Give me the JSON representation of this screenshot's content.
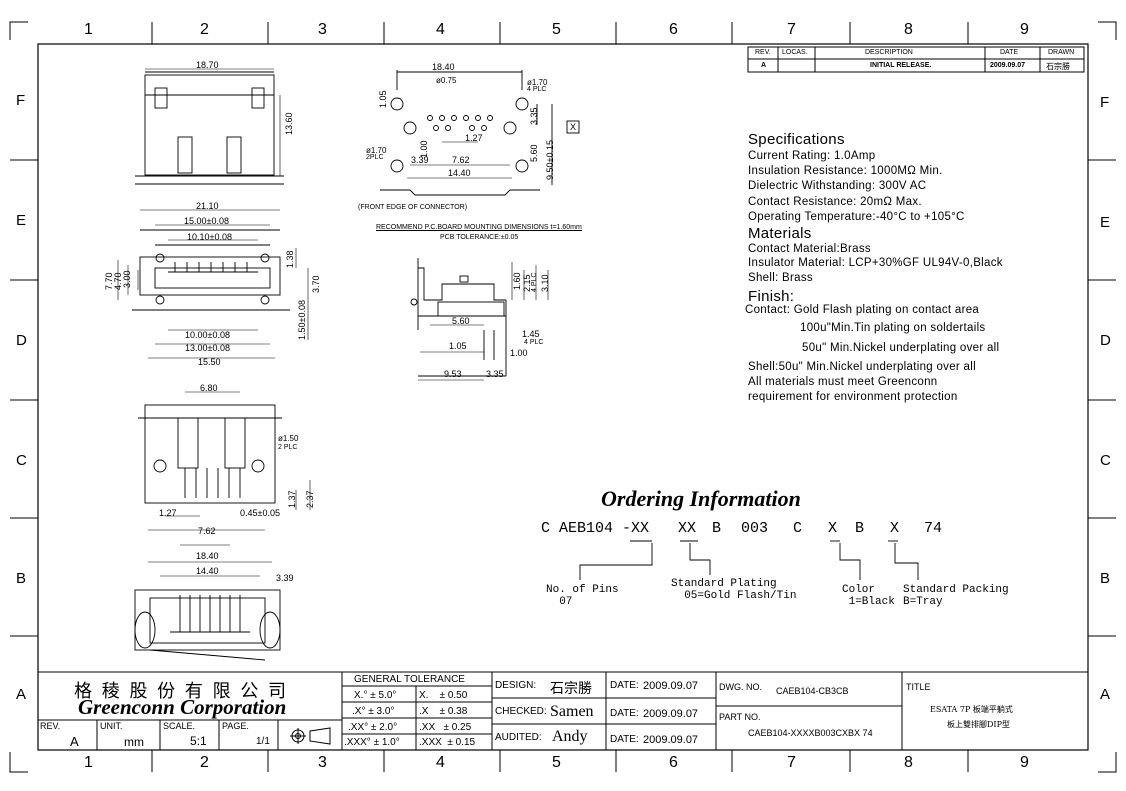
{
  "grid": {
    "columns": [
      "1",
      "2",
      "3",
      "4",
      "5",
      "6",
      "7",
      "8",
      "9"
    ],
    "rows": [
      "F",
      "E",
      "D",
      "C",
      "B",
      "A"
    ]
  },
  "revision_table": {
    "headers": [
      "REV.",
      "LOCAS.",
      "DESCRIPTION",
      "DATE",
      "DRAWN"
    ],
    "row": [
      "A",
      "",
      "INITIAL RELEASE.",
      "2009.09.07",
      "石宗勝"
    ]
  },
  "specifications": {
    "title": "Specifications",
    "lines": [
      "Current Rating: 1.0Amp",
      "Insulation Resistance: 1000MΩ Min.",
      "Dielectric Withstanding: 300V AC",
      "Contact Resistance: 20mΩ Max.",
      "Operating Temperature:-40°C to +105°C"
    ],
    "materials_title": "Materials",
    "materials": [
      "Contact Material:Brass",
      "Insulator Material: LCP+30%GF UL94V-0,Black",
      "Shell: Brass"
    ],
    "finish_title": "Finish:",
    "finish": [
      "Contact: Gold Flash plating on contact area",
      "100u\"Min.Tin plating on soldertails",
      "50u\" Min.Nickel underplating over all",
      "Shell:50u\" Min.Nickel underplating over all",
      "All materials must meet Greenconn",
      "requirement for environment protection"
    ]
  },
  "ordering": {
    "title": "Ordering Information",
    "code_parts": [
      "C AEB104 -XX",
      "XX",
      "B",
      "003",
      "C",
      "X",
      "B",
      "X",
      "74"
    ],
    "labels": {
      "pins": "No. of Pins\n  07",
      "plating": "Standard Plating\n  05=Gold Flash/Tin",
      "color": "Color\n 1=Black",
      "packing": "Standard Packing\nB=Tray"
    }
  },
  "drawing_notes": {
    "pcb_note_1": "RECOMMEND P.C.BOARD MOUNTING DIMENSIONS t=1.60mm",
    "pcb_note_2": "PCB TOLERANCE:±0.05",
    "front_edge": "(FRONT EDGE OF CONNECTOR)"
  },
  "dimensions": {
    "top_view": [
      "18.70",
      "13.60"
    ],
    "front_view": [
      "21.10",
      "15.00±0.08",
      "10.10±0.08",
      "7.70",
      "4.70",
      "3.00",
      "1.38",
      "3.70",
      "1.50±0.08",
      "10.00±0.08",
      "13.00±0.08",
      "15.50"
    ],
    "bottom_view": [
      "6.80",
      "ø1.50",
      "2 PLC",
      "1.37",
      "2.37",
      "1.27",
      "0.45±0.05",
      "7.62"
    ],
    "rear_view": [
      "18.40",
      "14.40",
      "3.39"
    ],
    "pcb_layout": [
      "18.40",
      "ø0.75",
      "ø1.70",
      "4 PLC",
      "1.05",
      "ø1.70",
      "2PLC",
      "1.00",
      "1.27",
      "3.39",
      "7.62",
      "14.40",
      "3.35",
      "5.60",
      "9.50±0.15",
      "X"
    ],
    "side_view": [
      "1.60",
      "2.15",
      "4 PLC",
      "3.10",
      "5.60",
      "1.45",
      "4 PLC",
      "1.05",
      "1.00",
      "9.53",
      "3.35"
    ]
  },
  "title_block": {
    "company_cn": "格 稜 股 份 有 限 公 司",
    "company_en": "Greenconn Corporation",
    "rev_label": "REV.",
    "rev": "A",
    "unit_label": "UNIT.",
    "unit": "mm",
    "scale_label": "SCALE.",
    "scale": "5:1",
    "page_label": "PAGE.",
    "page": "1/1",
    "tolerance_title": "GENERAL TOLERANCE",
    "tolerances": [
      [
        "X.° ± 5.0°",
        "X.    ± 0.50"
      ],
      [
        ".X° ± 3.0°",
        ".X    ± 0.38"
      ],
      [
        ".XX° ± 2.0°",
        ".XX   ± 0.25"
      ],
      [
        ".XXX° ± 1.0°",
        ".XXX  ± 0.15"
      ]
    ],
    "design_label": "DESIGN:",
    "design": "石宗勝",
    "checked_label": "CHECKED:",
    "checked": "Samen",
    "audited_label": "AUDITED:",
    "audited": "Andy",
    "date_label": "DATE:",
    "date1": "2009.09.07",
    "date2": "2009.09.07",
    "date3": "2009.09.07",
    "dwg_label": "DWG. NO.",
    "dwg": "CAEB104-CB3CB",
    "part_label": "PART NO.",
    "part": "CAEB104-XXXXB003CXBX 74",
    "title_label": "TITLE",
    "title_1": "ESATA 7P 板端平躺式",
    "title_2": "板上雙排腳DIP型"
  }
}
